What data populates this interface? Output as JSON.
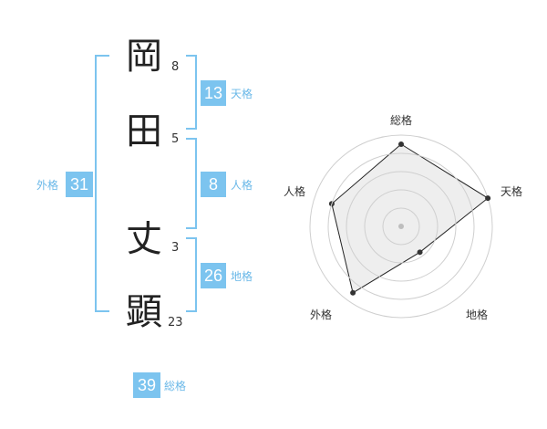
{
  "name": {
    "chars": [
      {
        "char": "岡",
        "strokes": "8"
      },
      {
        "char": "田",
        "strokes": "5"
      },
      {
        "char": "丈",
        "strokes": "3"
      },
      {
        "char": "顕",
        "strokes": "23"
      }
    ]
  },
  "fortunes": {
    "tenkaku": {
      "label": "天格",
      "value": "13"
    },
    "jinkaku": {
      "label": "人格",
      "value": "8"
    },
    "chikaku": {
      "label": "地格",
      "value": "26"
    },
    "gaikaku": {
      "label": "外格",
      "value": "31"
    },
    "soukaku": {
      "label": "総格",
      "value": "39"
    }
  },
  "radar": {
    "axes": [
      "総格",
      "天格",
      "地格",
      "外格",
      "人格"
    ],
    "values": [
      0.9,
      1.0,
      0.35,
      0.9,
      0.8
    ],
    "rings": 5,
    "colors": {
      "fill": "#ebebeb",
      "ring": "#cfcfcf",
      "line": "#222222",
      "point": "#333333",
      "center": "#bdbdbd"
    }
  },
  "colors": {
    "accent": "#7cc4ef",
    "label": "#6ab8e8"
  }
}
